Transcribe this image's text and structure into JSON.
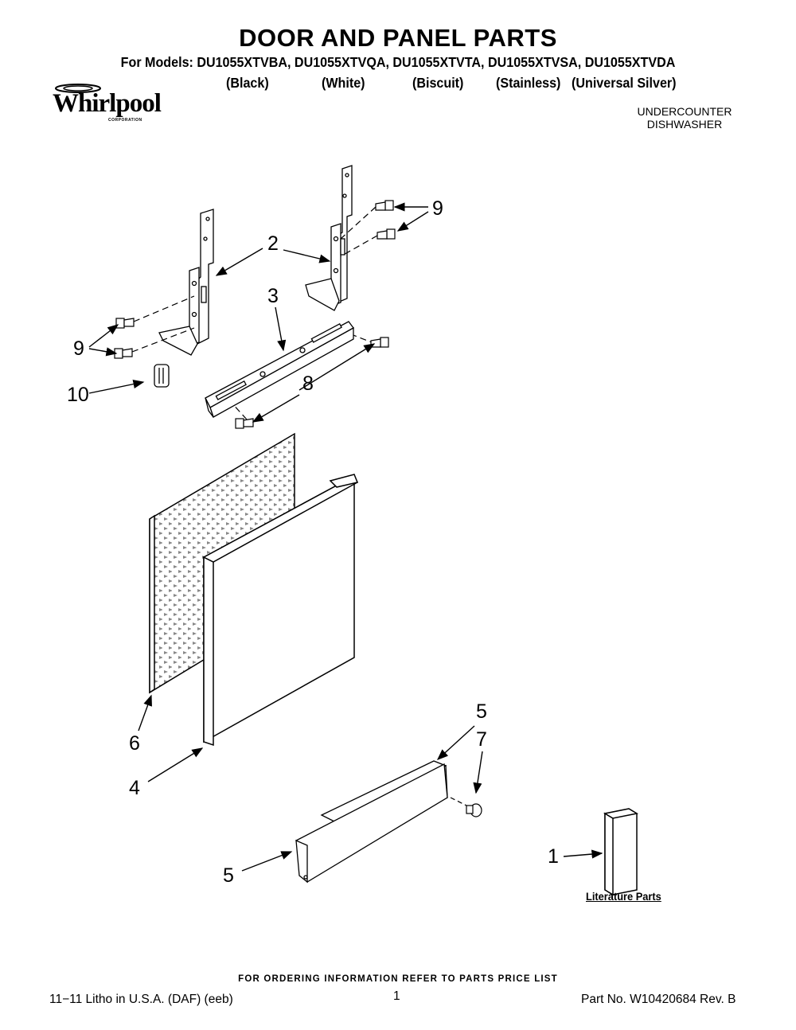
{
  "header": {
    "title": "DOOR AND PANEL PARTS",
    "models_line": "For Models: DU1055XTVBA, DU1055XTVQA, DU1055XTVTA, DU1055XTVSA, DU1055XTVDA",
    "colors": [
      "(Black)",
      "(White)",
      "(Biscuit)",
      "(Stainless)",
      "(Universal Silver)"
    ],
    "brand": {
      "name": "Whirlpool",
      "sub": "CORPORATION"
    },
    "product_line1": "UNDERCOUNTER",
    "product_line2": "DISHWASHER"
  },
  "callouts": {
    "c1": "1",
    "c2": "2",
    "c3": "3",
    "c4a": "4",
    "c5a": "5",
    "c5b": "5",
    "c6": "6",
    "c7": "7",
    "c8": "8",
    "c9a": "9",
    "c9b": "9",
    "c10": "10"
  },
  "literature_label": "Literature Parts",
  "footer": {
    "ordering": "FOR ORDERING INFORMATION REFER TO PARTS PRICE LIST",
    "left": "11−11 Litho in U.S.A. (DAF) (eeb)",
    "page": "1",
    "part_no": "Part No. W10420684 Rev. B"
  }
}
